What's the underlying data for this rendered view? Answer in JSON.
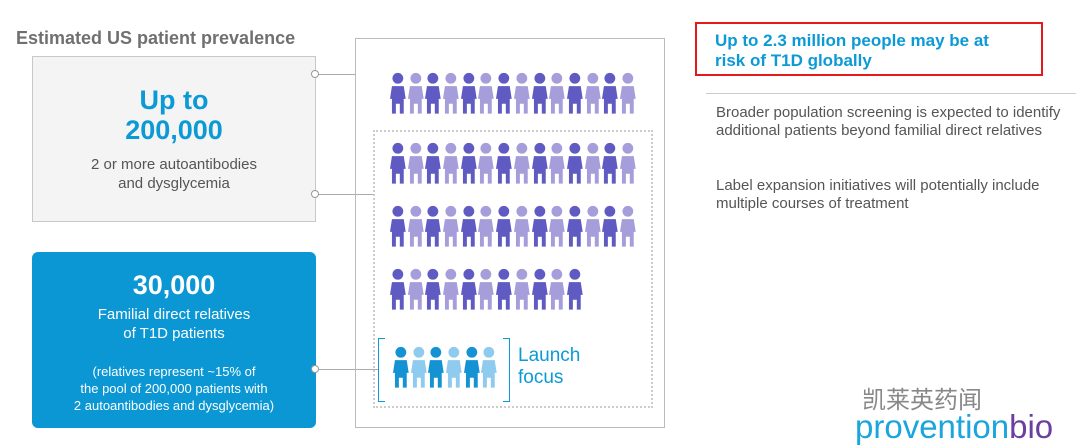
{
  "title": "Estimated US patient prevalence",
  "box1": {
    "big_line1": "Up to",
    "big_line2": "200,000",
    "sub_line1": "2 or more autoantibodies",
    "sub_line2": "and dysglycemia"
  },
  "box2": {
    "big": "30,000",
    "sub_line1": "Familial direct relatives",
    "sub_line2": "of T1D patients",
    "note_line1": "(relatives represent ~15% of",
    "note_line2": "the pool of 200,000 patients with",
    "note_line3": "2 autoantibodies and dysglycemia)"
  },
  "people_rows": [
    14,
    14,
    14,
    11
  ],
  "launch_people": 6,
  "launch_label_line1": "Launch",
  "launch_label_line2": "focus",
  "colors": {
    "dark_purple": "#5f5bc2",
    "light_purple": "#a69ddb",
    "dark_blue": "#1592d4",
    "light_blue": "#8fcbee",
    "accent": "#0c9ad6"
  },
  "callout": "Up to 2.3 million people may be at risk of T1D globally",
  "right_text": [
    "Broader population screening is expected to identify additional patients beyond familial direct relatives",
    "Label expansion initiatives will potentially include multiple courses of treatment"
  ],
  "watermark": "凯莱英药闻",
  "logo": {
    "part1": "provention",
    "part2": "bio"
  }
}
